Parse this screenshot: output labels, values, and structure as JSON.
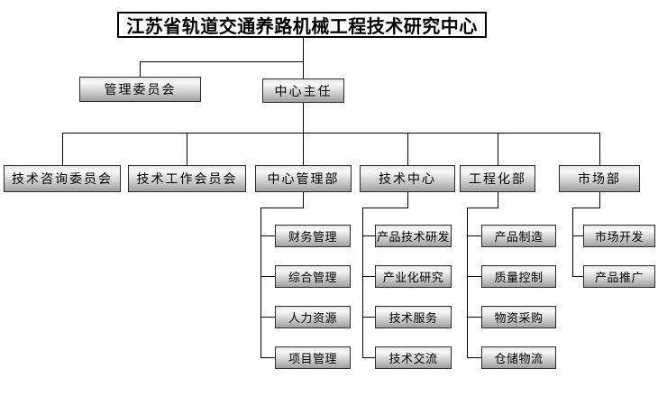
{
  "diagram": {
    "title": "江苏省轨道交通养路机械工程技术研究中心",
    "nodes": {
      "management_committee": "管理委员会",
      "center_director": "中心主任",
      "tech_advisory_committee": "技术咨询委员会",
      "tech_work_committee": "技术工作会员会",
      "center_management_dept": "中心管理部",
      "technology_center": "技术中心",
      "engineering_dept": "工程化部",
      "marketing_dept": "市场部"
    },
    "groups": {
      "center_management": [
        "财务管理",
        "综合管理",
        "人力资源",
        "项目管理"
      ],
      "technology_center": [
        "产品技术研发",
        "产业化研究",
        "技术服务",
        "技术交流"
      ],
      "engineering": [
        "产品制造",
        "质量控制",
        "物资采购",
        "仓储物流"
      ],
      "marketing": [
        "市场开发",
        "产品推广"
      ]
    },
    "colors": {
      "line": "#000000",
      "box_border": "#2b2b2b",
      "box_gradient_top": "#f9f9f9",
      "box_gradient_bottom": "#9f9f9f",
      "background": "#ffffff"
    }
  }
}
